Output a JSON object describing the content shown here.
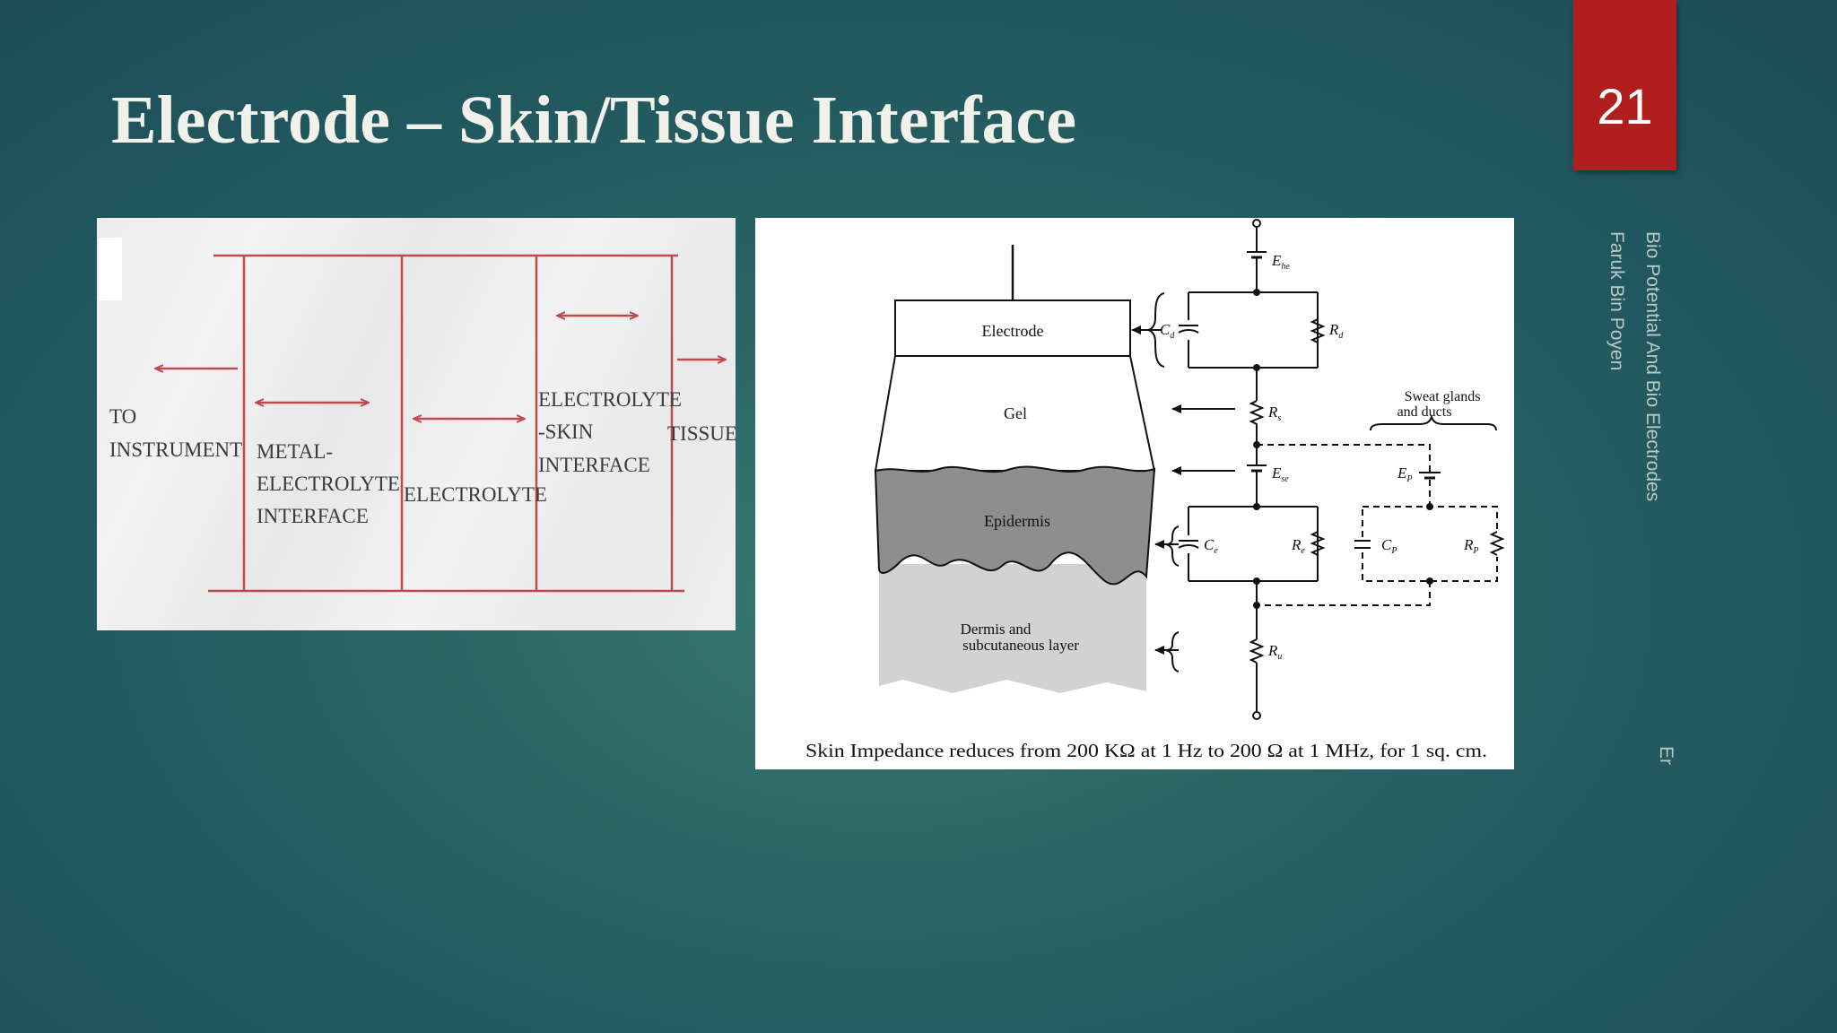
{
  "slide": {
    "title": "Electrode – Skin/Tissue Interface",
    "page_number": "21",
    "side_text_line1": "Bio Potential And Bio Electrodes",
    "side_text_line2": "Faruk Bin Poyen",
    "side_text_er": "Er"
  },
  "left_diagram": {
    "to_instrument_line1": "TO",
    "to_instrument_line2": "INSTRUMENT",
    "metal_line1": "METAL-",
    "metal_line2": "ELECTROLYTE",
    "metal_line3": "INTERFACE",
    "electrolyte": "ELECTROLYTE",
    "es_line1": "ELECTROLYTE",
    "es_line2": "-SKIN",
    "es_line3": "INTERFACE",
    "tissue": "TISSUE",
    "line_color": "#c0494f"
  },
  "right_diagram": {
    "electrode": "Electrode",
    "gel": "Gel",
    "epidermis": "Epidermis",
    "dermis_line1": "Dermis and",
    "dermis_line2": "subcutaneous layer",
    "sweat_line1": "Sweat glands",
    "sweat_line2": "and ducts",
    "ehe": "E",
    "ehe_sub": "he",
    "cd": "C",
    "cd_sub": "d",
    "rd": "R",
    "rd_sub": "d",
    "rs": "R",
    "rs_sub": "s",
    "ese": "E",
    "ese_sub": "se",
    "ce": "C",
    "ce_sub": "e",
    "re": "R",
    "re_sub": "e",
    "ep": "E",
    "ep_sub": "P",
    "cp": "C",
    "cp_sub": "P",
    "rp": "R",
    "rp_sub": "P",
    "ru": "R",
    "ru_sub": "u",
    "caption": "Skin Impedance reduces from 200 KΩ at 1 Hz to 200 Ω at 1 MHz, for 1 sq. cm."
  },
  "colors": {
    "badge": "#b01f1d",
    "title": "#f1f1ea"
  }
}
